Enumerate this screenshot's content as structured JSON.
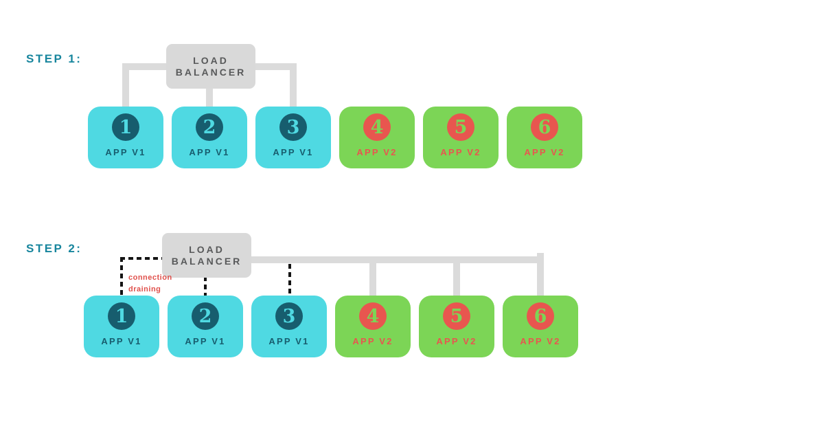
{
  "colors": {
    "cyan": "#4FD9E2",
    "green": "#7CD556",
    "dark_teal": "#175D6E",
    "coral": "#E8564F",
    "gray_box": "#D9D9D9",
    "gray_line": "#DBDBDB",
    "step_label": "#17859D",
    "lb_text": "#58595A",
    "dash": "#141414",
    "annotation": "#E0504B"
  },
  "step1": {
    "label": "STEP 1:",
    "load_balancer": {
      "line1": "LOAD",
      "line2": "BALANCER"
    },
    "nodes": [
      {
        "number": "1",
        "label": "APP V1"
      },
      {
        "number": "2",
        "label": "APP V1"
      },
      {
        "number": "3",
        "label": "APP V1"
      },
      {
        "number": "4",
        "label": "APP V2"
      },
      {
        "number": "5",
        "label": "APP V2"
      },
      {
        "number": "6",
        "label": "APP V2"
      }
    ]
  },
  "step2": {
    "label": "STEP 2:",
    "load_balancer": {
      "line1": "LOAD",
      "line2": "BALANCER"
    },
    "annotation": {
      "line1": "connection",
      "line2": "draining"
    },
    "nodes": [
      {
        "number": "1",
        "label": "APP V1"
      },
      {
        "number": "2",
        "label": "APP V1"
      },
      {
        "number": "3",
        "label": "APP V1"
      },
      {
        "number": "4",
        "label": "APP V2"
      },
      {
        "number": "5",
        "label": "APP V2"
      },
      {
        "number": "6",
        "label": "APP V2"
      }
    ]
  }
}
